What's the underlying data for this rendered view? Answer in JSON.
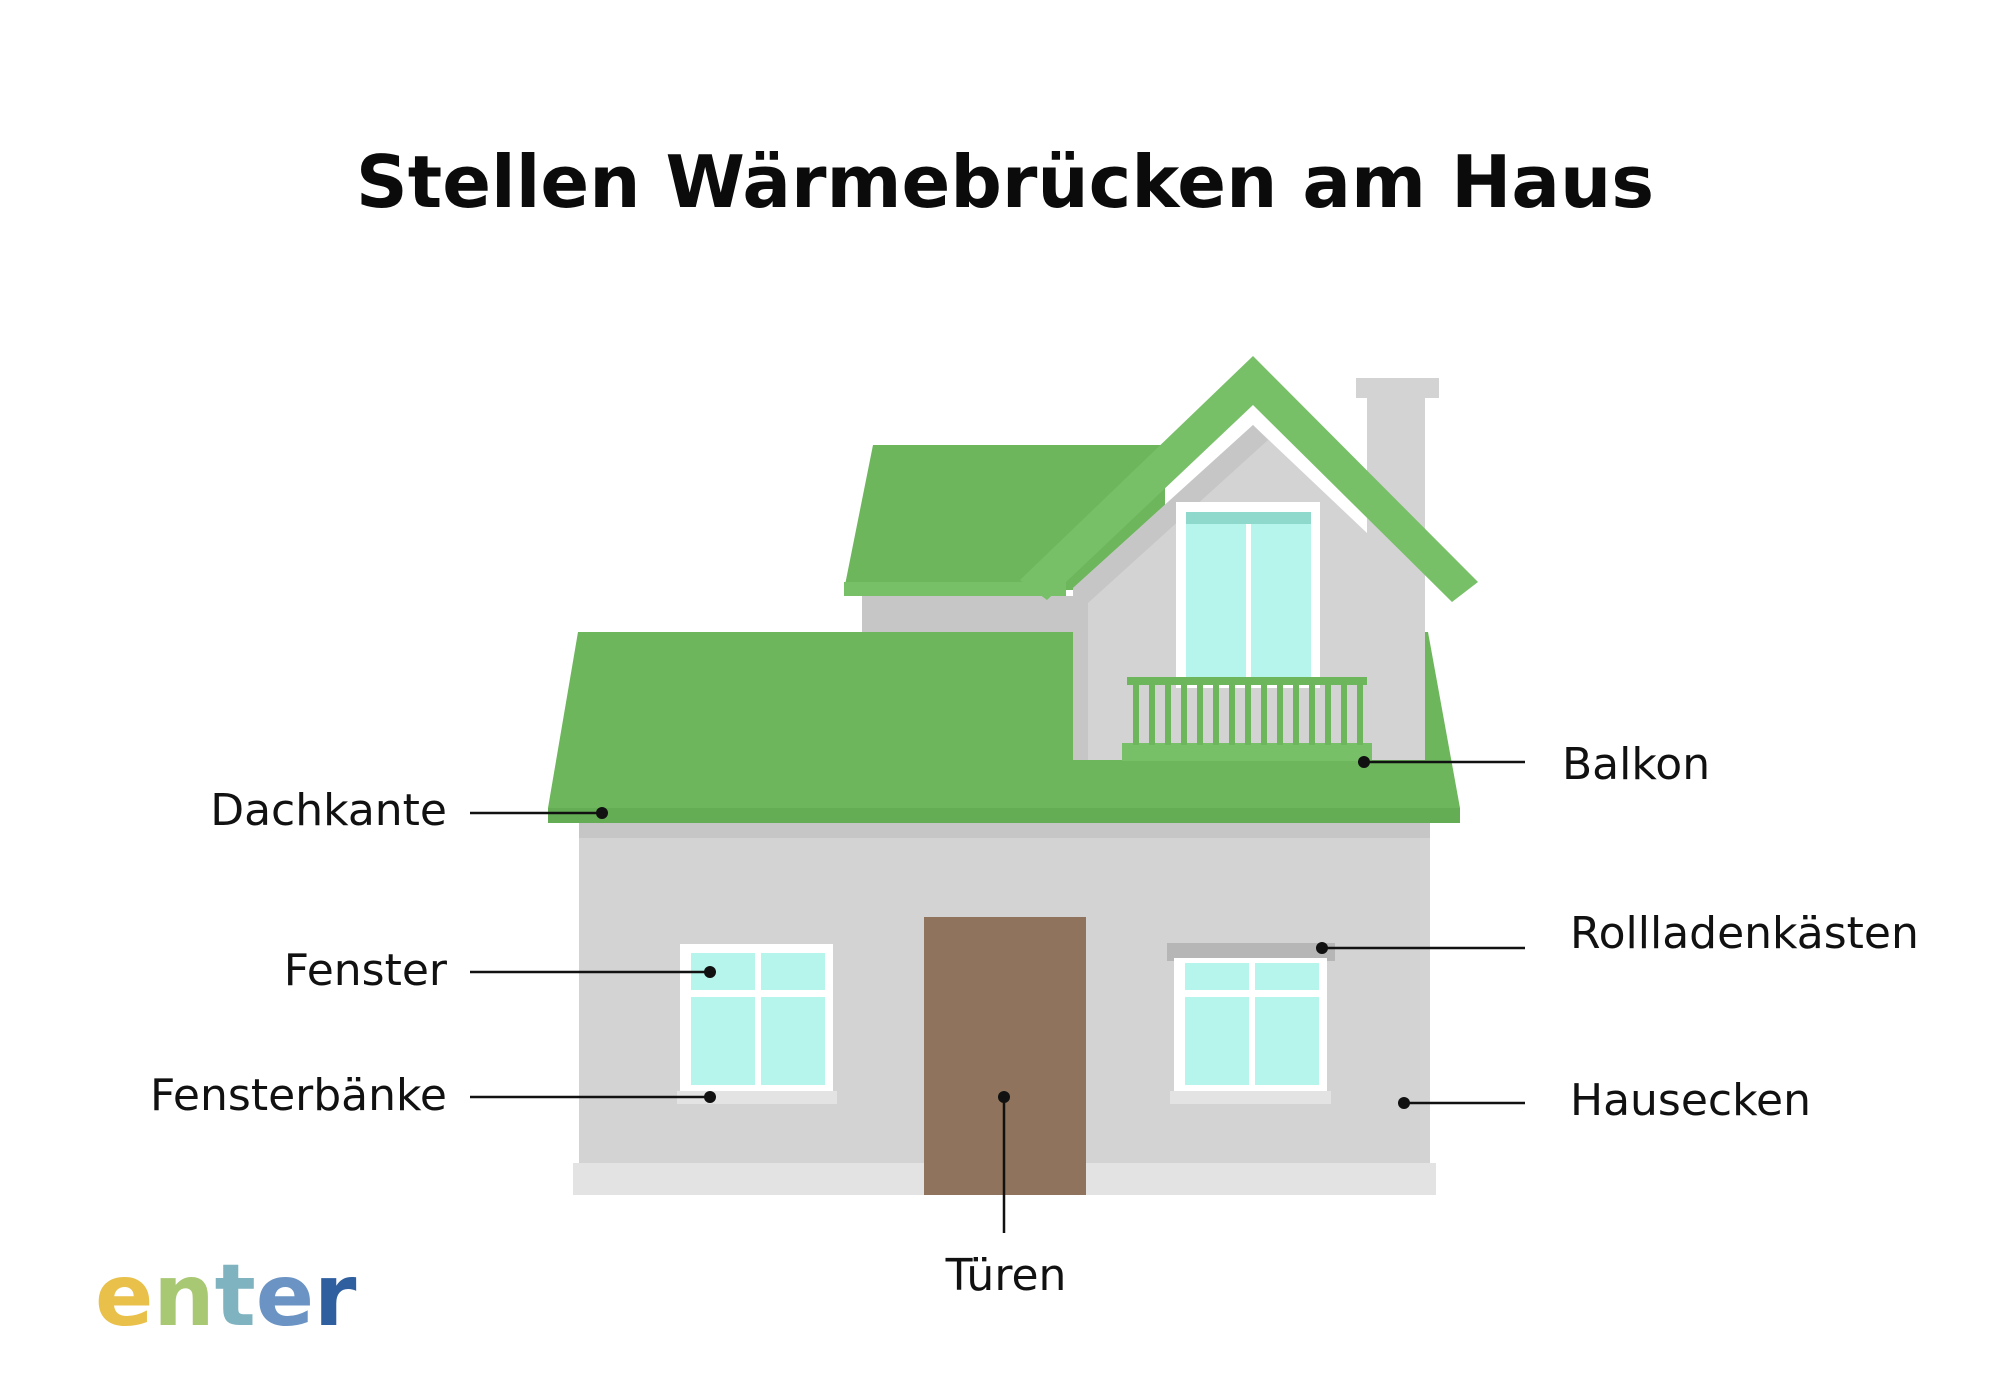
{
  "title": "Stellen Wärmebrücken am Haus",
  "labels": {
    "dachkante": "Dachkante",
    "fenster": "Fenster",
    "fensterbaenke": "Fensterbänke",
    "tueren": "Türen",
    "balkon": "Balkon",
    "rollladenkaesten": "Rollladenkästen",
    "hausecken": "Hausecken"
  },
  "logo": {
    "text": "enter",
    "letters": [
      "e",
      "n",
      "t",
      "e",
      "r"
    ],
    "colors": [
      "#e8c04a",
      "#a9c873",
      "#7fb3bf",
      "#6b94c4",
      "#2f5f9e"
    ]
  },
  "colors": {
    "roof": "#6db65c",
    "roof_light": "#78c068",
    "wall": "#d3d3d3",
    "wall_dark": "#c6c6c6",
    "window_glass": "#b5f5ec",
    "door": "#8f735d",
    "base": "#e3e3e3"
  }
}
